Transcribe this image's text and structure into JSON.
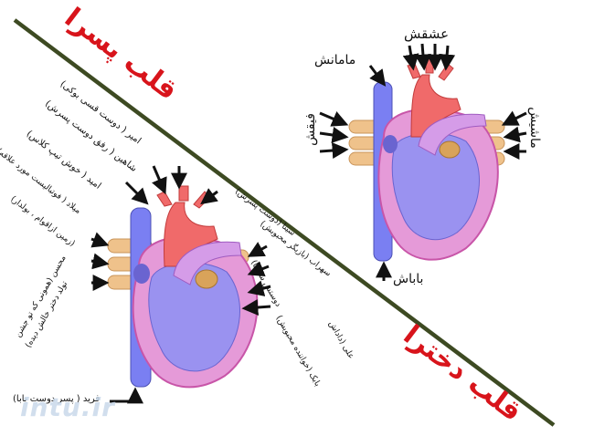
{
  "titles": {
    "boy_heart": "قلب پسرا",
    "girl_heart": "قلب دخترا"
  },
  "girl_labels": {
    "love": "عشقش",
    "mom": "مامانش",
    "sisters": "ماشیش",
    "family": "فیقش",
    "dad": "باباش"
  },
  "boy_labels": {
    "amir": "امیر ( دوست قسی بوکی)",
    "shahin": "شاهین ( رفق دوست پسرش)",
    "omid": "امید ( خوش تیپ کلاس)",
    "milad": "میلاد ( فوتبالیست مورد علاقه)",
    "zameni": "(زمین ازاقوام ، بولدار)",
    "mohsen": "محسن (همونی که تو جشن",
    "mohsen2": "تولد دختر خالش دیده)",
    "farid": "فرید ( پسر دوست بابا)",
    "sina": "سینا (دوست پسرش)",
    "sohrab": "سهراب (بازیگر محبوبش)",
    "sohrab2": "دوستش سالگا)",
    "ali": "علی (داداش",
    "babak": "بابک (خواننده محبوبش)"
  },
  "watermark": "intu.ir",
  "colors": {
    "title_red": "#d8141b",
    "divider_green": "#3d4a22",
    "aorta_red": "#f06a6a",
    "vein_blue": "#7a7ff2",
    "pulm_purple": "#d59ce8",
    "heart_outline": "#e26ab6",
    "chamber_blue": "#9a92f0",
    "pulm_vessel_tan": "#efc28b"
  }
}
